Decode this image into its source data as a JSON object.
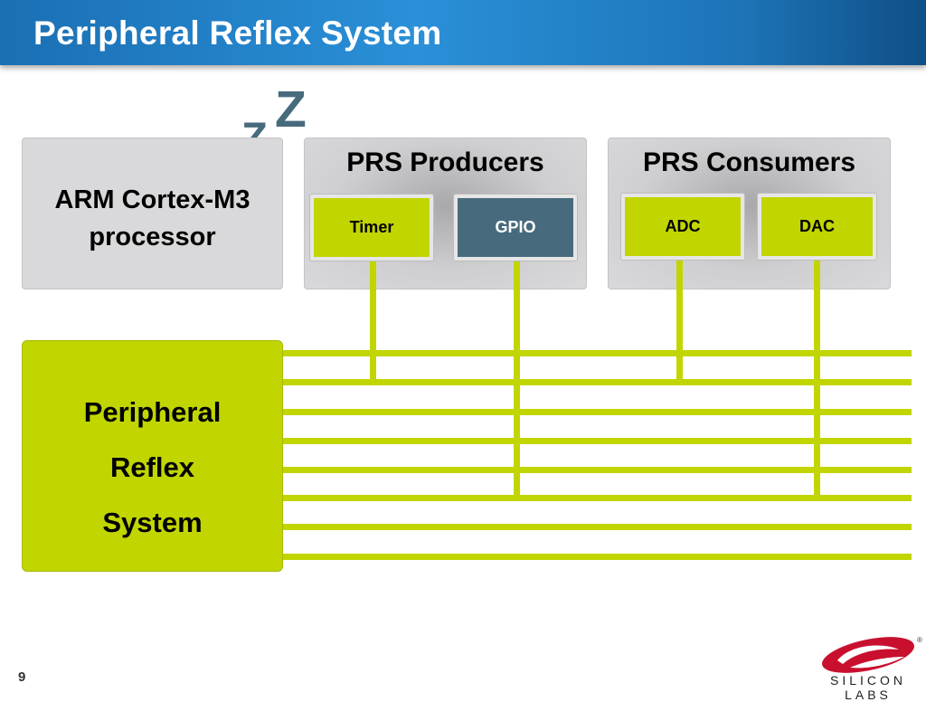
{
  "slide": {
    "title": "Peripheral Reflex System",
    "page_number": "9"
  },
  "arm": {
    "line1": "ARM Cortex-M3",
    "line2": "processor"
  },
  "sleep_letters": [
    "z",
    "Z",
    "Z"
  ],
  "producers": {
    "heading": "PRS Producers",
    "items": [
      "Timer",
      "GPIO"
    ]
  },
  "consumers": {
    "heading": "PRS Consumers",
    "items": [
      "ADC",
      "DAC"
    ]
  },
  "prs": {
    "lines": [
      "Peripheral",
      "Reflex",
      "System"
    ]
  },
  "logo": {
    "text": "SILICON LABS",
    "mark": "®"
  },
  "colors": {
    "accent_green": "#c1d500",
    "gpio_blue": "#476b7d",
    "header_blue": "#1f7fc4",
    "logo_red": "#c8102e"
  }
}
